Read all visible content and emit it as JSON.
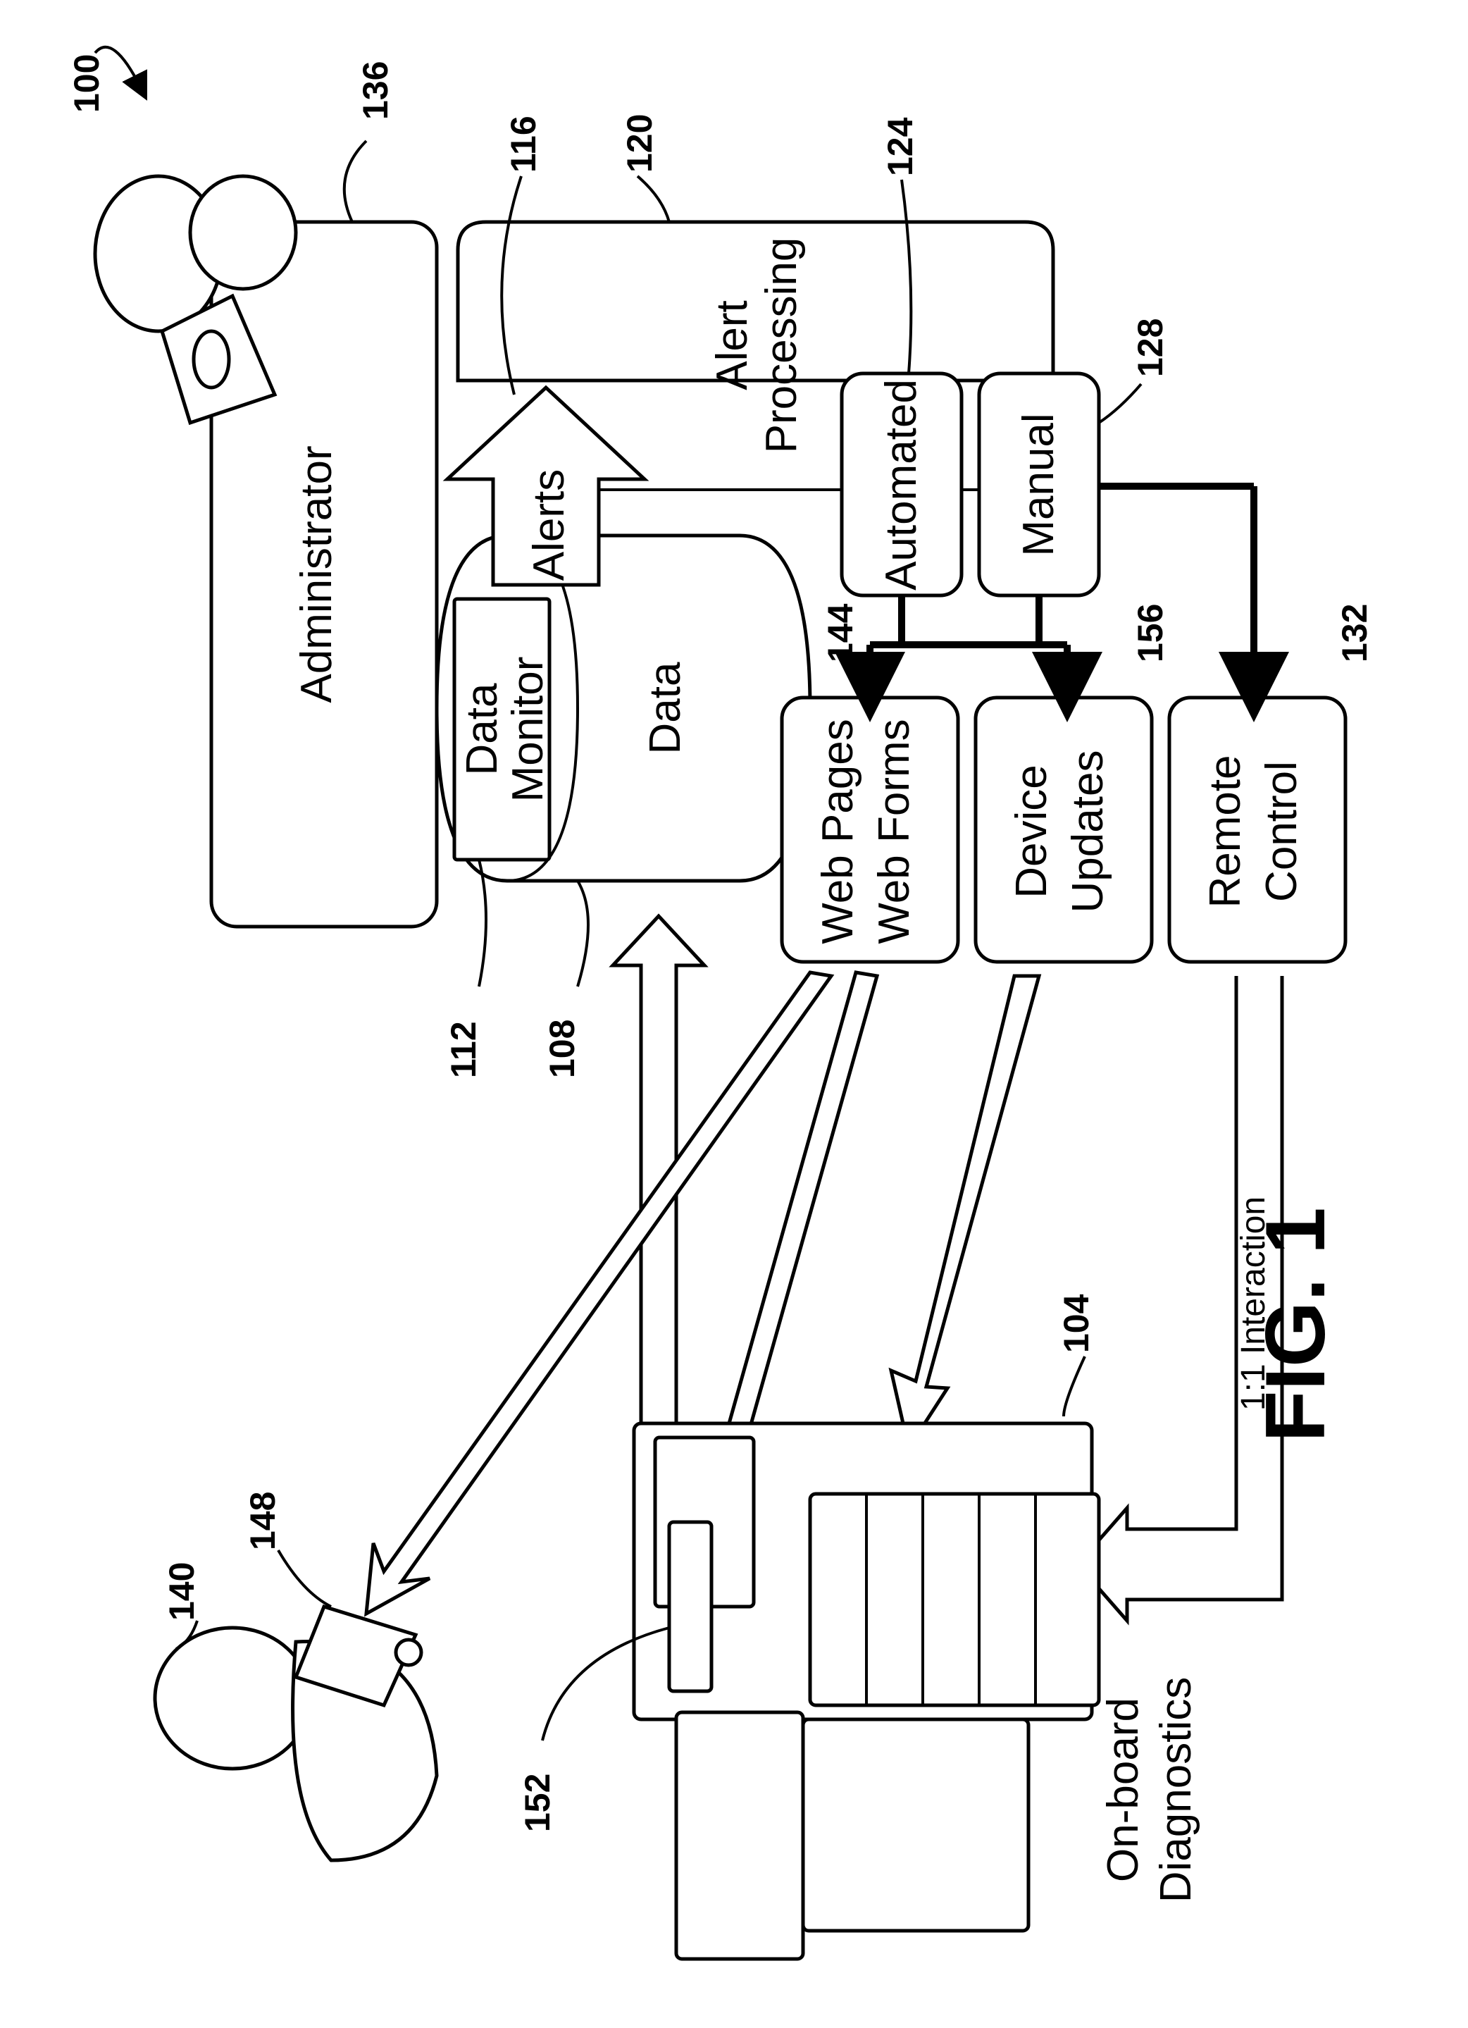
{
  "figure": {
    "caption": "FIG. 1",
    "ref_main": "100"
  },
  "boxes": {
    "administrator": "Administrator",
    "alert_processing_line1": "Alert",
    "alert_processing_line2": "Processing",
    "automated": "Automated",
    "manual": "Manual",
    "data_monitor_line1": "Data",
    "data_monitor_line2": "Monitor",
    "data": "Data",
    "alerts": "Alerts",
    "web_line1": "Web Pages",
    "web_line2": "Web Forms",
    "device_line1": "Device",
    "device_line2": "Updates",
    "remote_line1": "Remote",
    "remote_line2": "Control"
  },
  "labels": {
    "interaction": "1:1 Interaction",
    "onboard_line1": "On-board",
    "onboard_line2": "Diagnostics"
  },
  "refs": {
    "r104": "104",
    "r108": "108",
    "r112": "112",
    "r116": "116",
    "r120": "120",
    "r124": "124",
    "r128": "128",
    "r132": "132",
    "r136": "136",
    "r140": "140",
    "r144": "144",
    "r148": "148",
    "r152": "152",
    "r156": "156"
  },
  "icons": [
    "administrator-person-icon",
    "technician-person-icon",
    "handheld-device-icon",
    "printer-device-icon"
  ]
}
